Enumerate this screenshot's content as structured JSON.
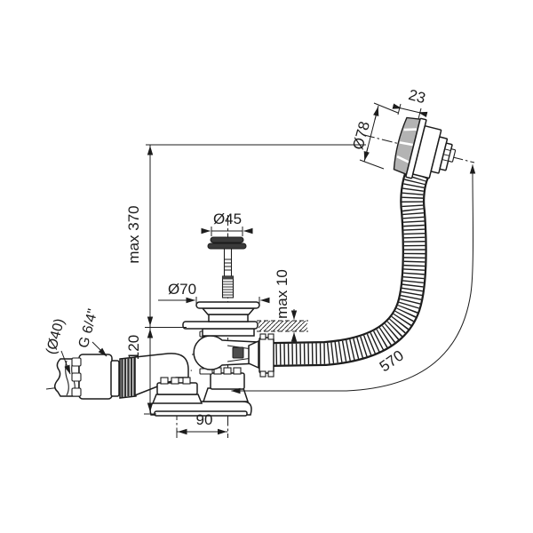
{
  "drawing": {
    "kind": "bath waste and overflow set - dimensioned side view",
    "background": "#ffffff",
    "line_color": "#1c1c1c",
    "shade_color": "#b3b3b3",
    "labels": {
      "cap_width": "23",
      "cap_diameter": "Ø78",
      "max_height": "max 370",
      "plug_diameter": "Ø45",
      "flange_diameter": "Ø70",
      "panel_thickness": "max 10",
      "body_height": "120",
      "outlet_diameter": "(Ø40)",
      "outlet_thread": "G 6/4\"",
      "hose_length": "570",
      "outlet_offset": "90"
    }
  }
}
